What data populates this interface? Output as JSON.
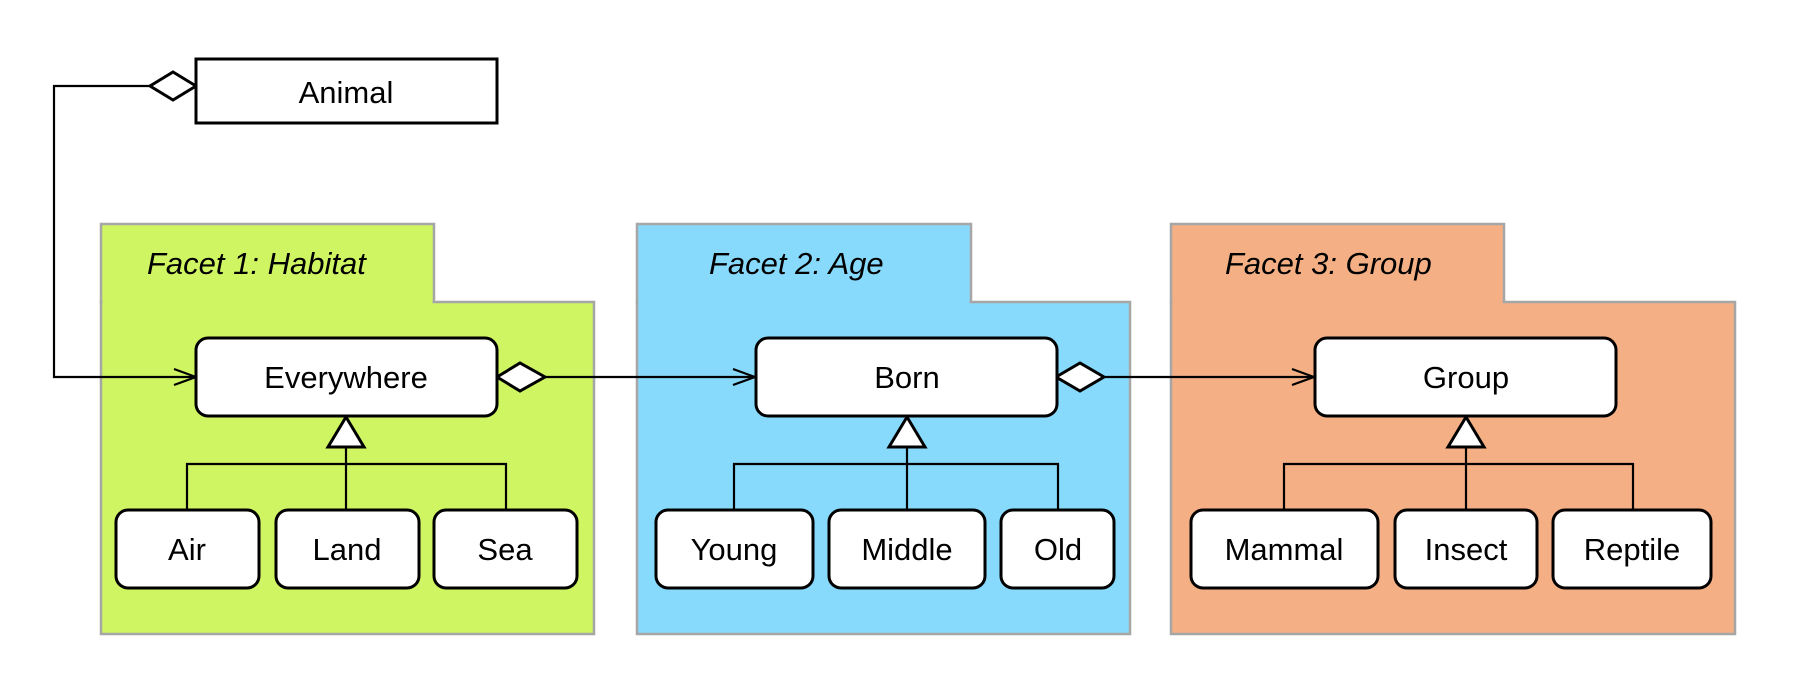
{
  "root": {
    "label": "Animal"
  },
  "facets": [
    {
      "title": "Facet 1: Habitat",
      "color": "#d0f562",
      "top": "Everywhere",
      "children": [
        "Air",
        "Land",
        "Sea"
      ]
    },
    {
      "title": "Facet 2: Age",
      "color": "#88dafd",
      "top": "Born",
      "children": [
        "Young",
        "Middle",
        "Old"
      ]
    },
    {
      "title": "Facet 3: Group",
      "color": "#f4b084",
      "top": "Group",
      "children": [
        "Mammal",
        "Insect",
        "Reptile"
      ]
    }
  ],
  "colors": {
    "frame_border": "#a6a6a6",
    "line": "#000000",
    "box_fill": "#ffffff"
  }
}
